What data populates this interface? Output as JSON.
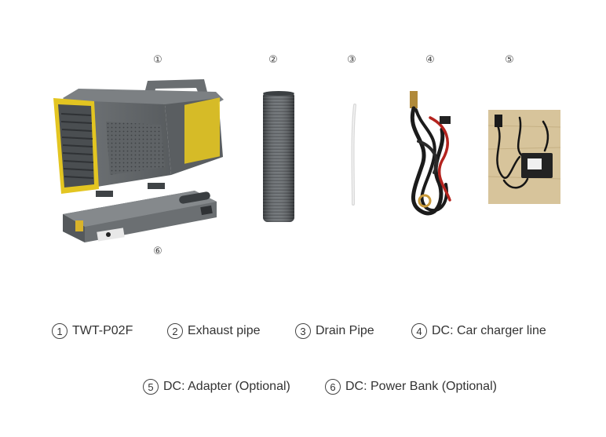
{
  "items": [
    {
      "num": "①",
      "label": "TWT-P02F",
      "circle": "1"
    },
    {
      "num": "②",
      "label": "Exhaust pipe",
      "circle": "2"
    },
    {
      "num": "③",
      "label": "Drain Pipe",
      "circle": "3"
    },
    {
      "num": "④",
      "label": "DC: Car charger line",
      "circle": "4"
    },
    {
      "num": "⑤",
      "label": "DC: Adapter (Optional)",
      "circle": "5"
    },
    {
      "num": "⑥",
      "label": "DC: Power Bank (Optional)",
      "circle": "6"
    }
  ],
  "colors": {
    "unit_body": "#6b6f72",
    "unit_accent": "#e3c521",
    "pipe": "#5d6266",
    "cable": "#1b1b1b",
    "cable_red": "#b4231e",
    "board": "#d7c49b"
  },
  "icons": [
    "air-conditioner-unit-icon",
    "exhaust-pipe-icon",
    "drain-pipe-icon",
    "car-charger-cable-icon",
    "power-adapter-icon",
    "power-bank-icon"
  ]
}
